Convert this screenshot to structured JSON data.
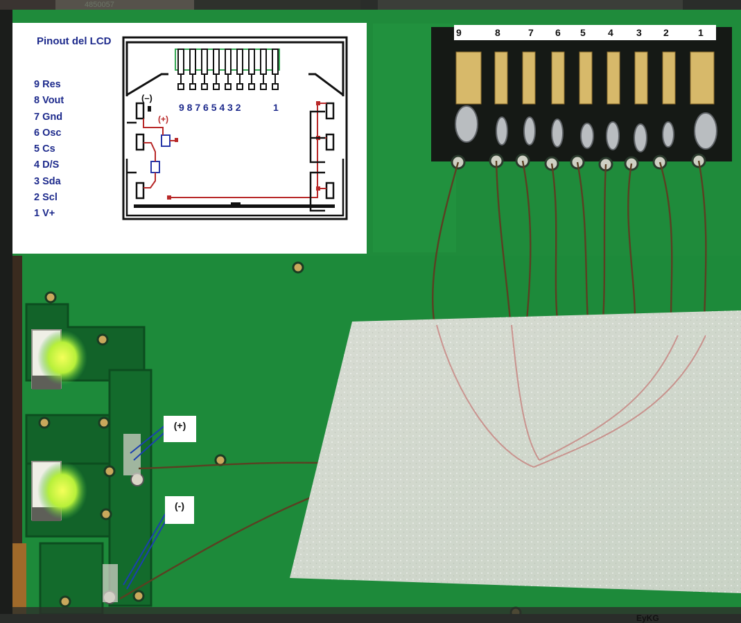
{
  "top_strip": {
    "code": "4850057"
  },
  "pinout": {
    "title": "Pinout del LCD",
    "pins": [
      "9 Res",
      "8 Vout",
      "7 Gnd",
      "6 Osc",
      "5 Cs",
      "4 D/S",
      "3 Sda",
      "2 Scl",
      "1 V+"
    ],
    "diagram_numbers_left": "9 8 7 6 5 4 3 2",
    "diagram_number_right": "1",
    "diagram_minus": "(–)",
    "diagram_plus": "(+)"
  },
  "connector_numbers": [
    "9",
    "8",
    "7",
    "6",
    "5",
    "4",
    "3",
    "2",
    "1"
  ],
  "labels": {
    "plus": "(+)",
    "minus": "(-)"
  },
  "bottom_strip": {
    "text": "EyKG"
  }
}
